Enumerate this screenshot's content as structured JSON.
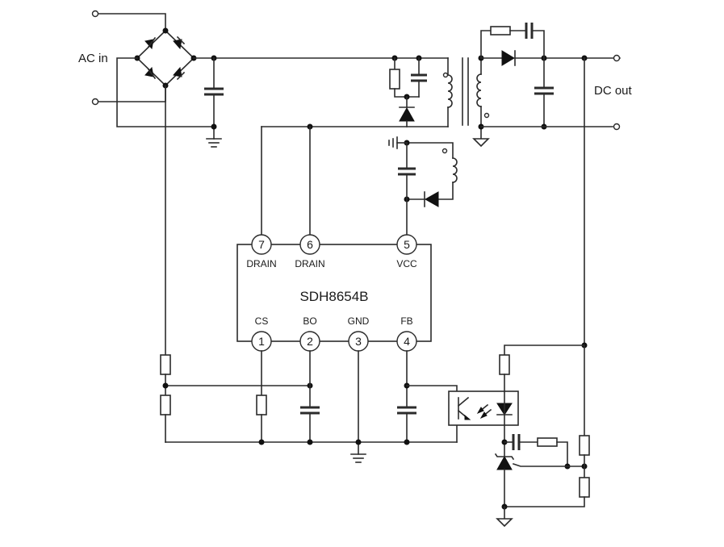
{
  "labels": {
    "ac_in": "AC in",
    "dc_out": "DC out"
  },
  "ic": {
    "name": "SDH8654B",
    "top_pins": [
      {
        "number": "7",
        "name": "DRAIN"
      },
      {
        "number": "6",
        "name": "DRAIN"
      },
      {
        "number": "5",
        "name": "VCC"
      }
    ],
    "bottom_pins": [
      {
        "number": "1",
        "name": "CS"
      },
      {
        "number": "2",
        "name": "BO"
      },
      {
        "number": "3",
        "name": "GND"
      },
      {
        "number": "4",
        "name": "FB"
      }
    ]
  }
}
